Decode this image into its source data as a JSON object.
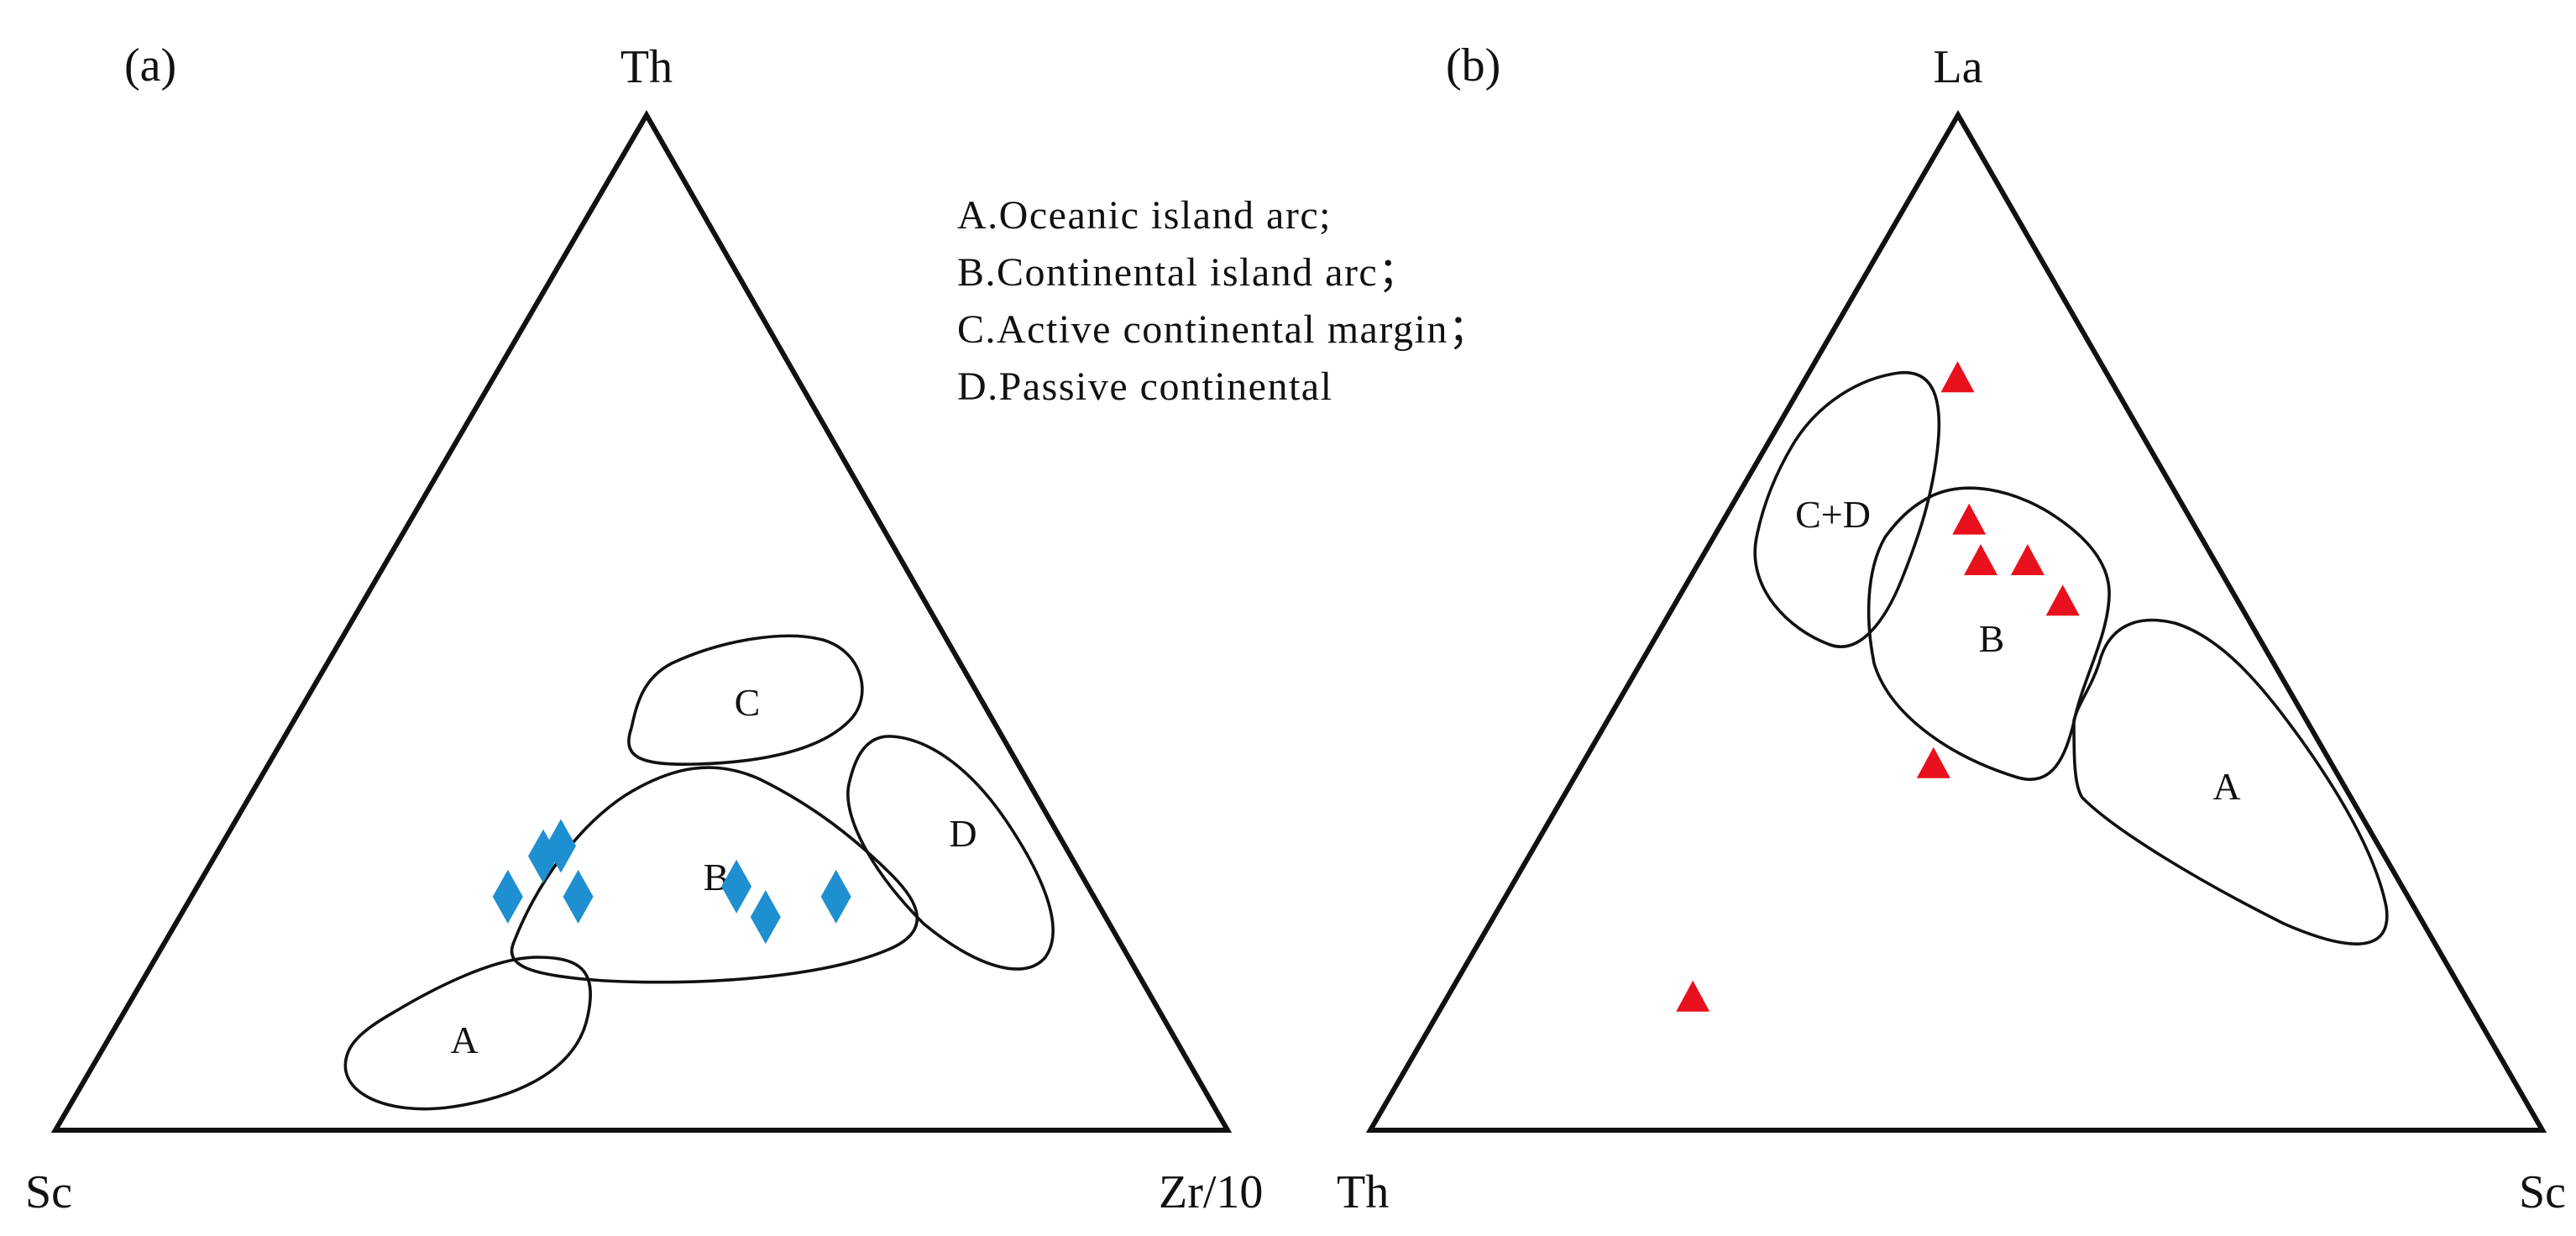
{
  "chart_data": [
    {
      "type": "ternary-scatter",
      "panel_label": "(a)",
      "vertices": {
        "top": "Th",
        "left": "Sc",
        "right": "Zr/10"
      },
      "legend": [
        "A.Oceanic island arc;",
        "B.Continental island arc；",
        "C.Active continental margin；",
        "D.Passive continental"
      ],
      "fields": [
        {
          "label": "A"
        },
        {
          "label": "B"
        },
        {
          "label": "C"
        },
        {
          "label": "D"
        }
      ],
      "marker": {
        "shape": "diamond",
        "color": "#1E8FD0"
      },
      "points": [
        {
          "top": 0.23,
          "left": 0.5,
          "right": 0.27
        },
        {
          "top": 0.27,
          "left": 0.45,
          "right": 0.28
        },
        {
          "top": 0.28,
          "left": 0.43,
          "right": 0.29
        },
        {
          "top": 0.23,
          "left": 0.44,
          "right": 0.33
        },
        {
          "top": 0.24,
          "left": 0.3,
          "right": 0.46
        },
        {
          "top": 0.21,
          "left": 0.29,
          "right": 0.5
        },
        {
          "top": 0.23,
          "left": 0.22,
          "right": 0.55
        }
      ]
    },
    {
      "type": "ternary-scatter",
      "panel_label": "(b)",
      "vertices": {
        "top": "La",
        "left": "Th",
        "right": "Sc"
      },
      "fields": [
        {
          "label": "C+D"
        },
        {
          "label": "B"
        },
        {
          "label": "A"
        }
      ],
      "marker": {
        "shape": "triangle",
        "color": "#E8101C"
      },
      "points": [
        {
          "top": 0.74,
          "left": 0.13,
          "right": 0.13
        },
        {
          "top": 0.6,
          "left": 0.19,
          "right": 0.21
        },
        {
          "top": 0.56,
          "left": 0.2,
          "right": 0.24
        },
        {
          "top": 0.56,
          "left": 0.16,
          "right": 0.28
        },
        {
          "top": 0.52,
          "left": 0.15,
          "right": 0.33
        },
        {
          "top": 0.36,
          "left": 0.34,
          "right": 0.3
        },
        {
          "top": 0.13,
          "left": 0.66,
          "right": 0.21
        }
      ]
    }
  ]
}
